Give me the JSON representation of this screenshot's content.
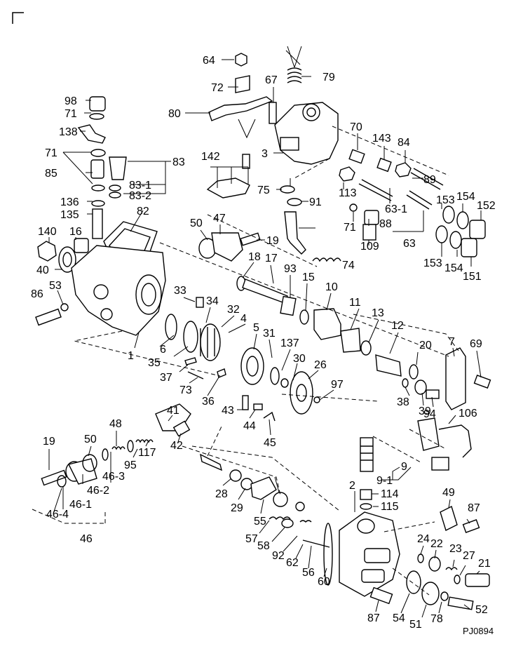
{
  "diagram": {
    "drawing_code": "PJ0894",
    "part_labels": [
      "64",
      "79",
      "72",
      "67",
      "80",
      "3",
      "70",
      "143",
      "84",
      "89",
      "142",
      "75",
      "113",
      "63-1",
      "153",
      "154",
      "152",
      "91",
      "71",
      "88",
      "109",
      "63",
      "98",
      "71",
      "138",
      "71",
      "85",
      "83",
      "83-1",
      "83-2",
      "136",
      "82",
      "135",
      "140",
      "16",
      "40",
      "86",
      "53",
      "50",
      "47",
      "19",
      "18",
      "17",
      "93",
      "74",
      "15",
      "10",
      "33",
      "34",
      "32",
      "4",
      "5",
      "31",
      "137",
      "30",
      "26",
      "97",
      "6",
      "35",
      "37",
      "73",
      "1",
      "36",
      "43",
      "44",
      "45",
      "11",
      "13",
      "12",
      "20",
      "38",
      "39",
      "94",
      "7",
      "69",
      "106",
      "41",
      "42",
      "19",
      "50",
      "48",
      "46-3",
      "46-2",
      "46-1",
      "46-4",
      "46",
      "95",
      "117",
      "28",
      "29",
      "55",
      "9",
      "9-1",
      "114",
      "115",
      "2",
      "49",
      "87",
      "57",
      "58",
      "92",
      "62",
      "56",
      "60",
      "24",
      "22",
      "23",
      "27",
      "21",
      "87",
      "54",
      "51",
      "78",
      "52",
      "153",
      "154",
      "151"
    ]
  }
}
